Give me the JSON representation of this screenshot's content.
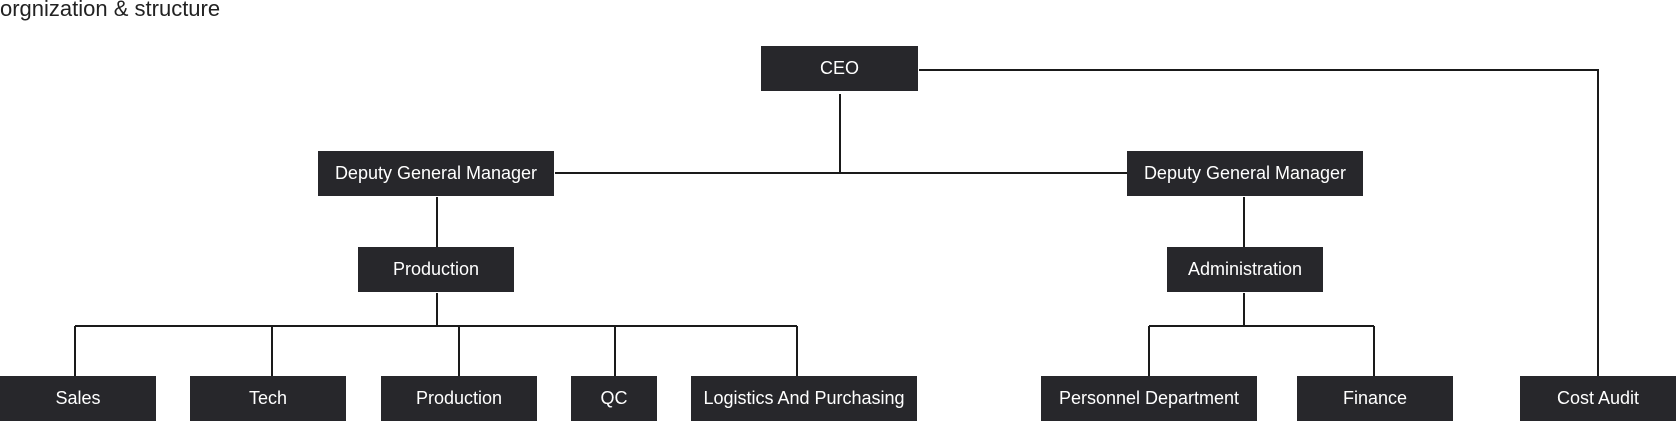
{
  "title": "orgnization & structure",
  "line_color": "#1a1a1a",
  "node_color": "#27272b",
  "node_text_color": "#ffffff",
  "nodes": {
    "ceo": "CEO",
    "dgm_left": "Deputy General Manager",
    "dgm_right": "Deputy General Manager",
    "production": "Production",
    "administration": "Administration",
    "sales": "Sales",
    "tech": "Tech",
    "production_dept": "Production",
    "qc": "QC",
    "logistics": "Logistics And Purchasing",
    "personnel": "Personnel Department",
    "finance": "Finance",
    "cost_audit": "Cost Audit"
  }
}
